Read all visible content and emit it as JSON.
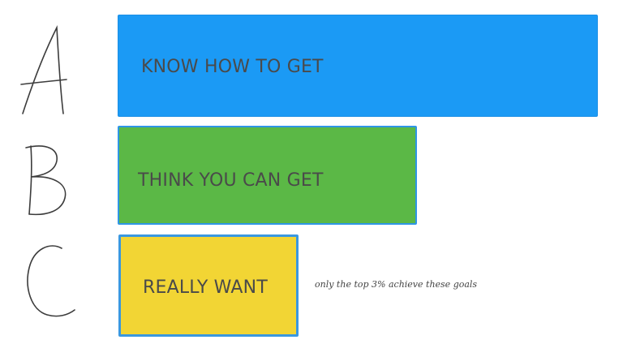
{
  "rows": [
    {
      "letter": "A",
      "label": "KNOW HOW TO GET",
      "color": "#1b9af5"
    },
    {
      "letter": "B",
      "label": "THINK YOU CAN GET",
      "color": "#5bb846"
    },
    {
      "letter": "C",
      "label": "REALLY WANT",
      "color": "#f2d534"
    }
  ],
  "note": "only the top 3% achieve these goals",
  "colors": {
    "background": "#ffffff",
    "border": "#2f96e6",
    "ink": "#3c3c3c",
    "label_text": "#4a4a4a"
  }
}
